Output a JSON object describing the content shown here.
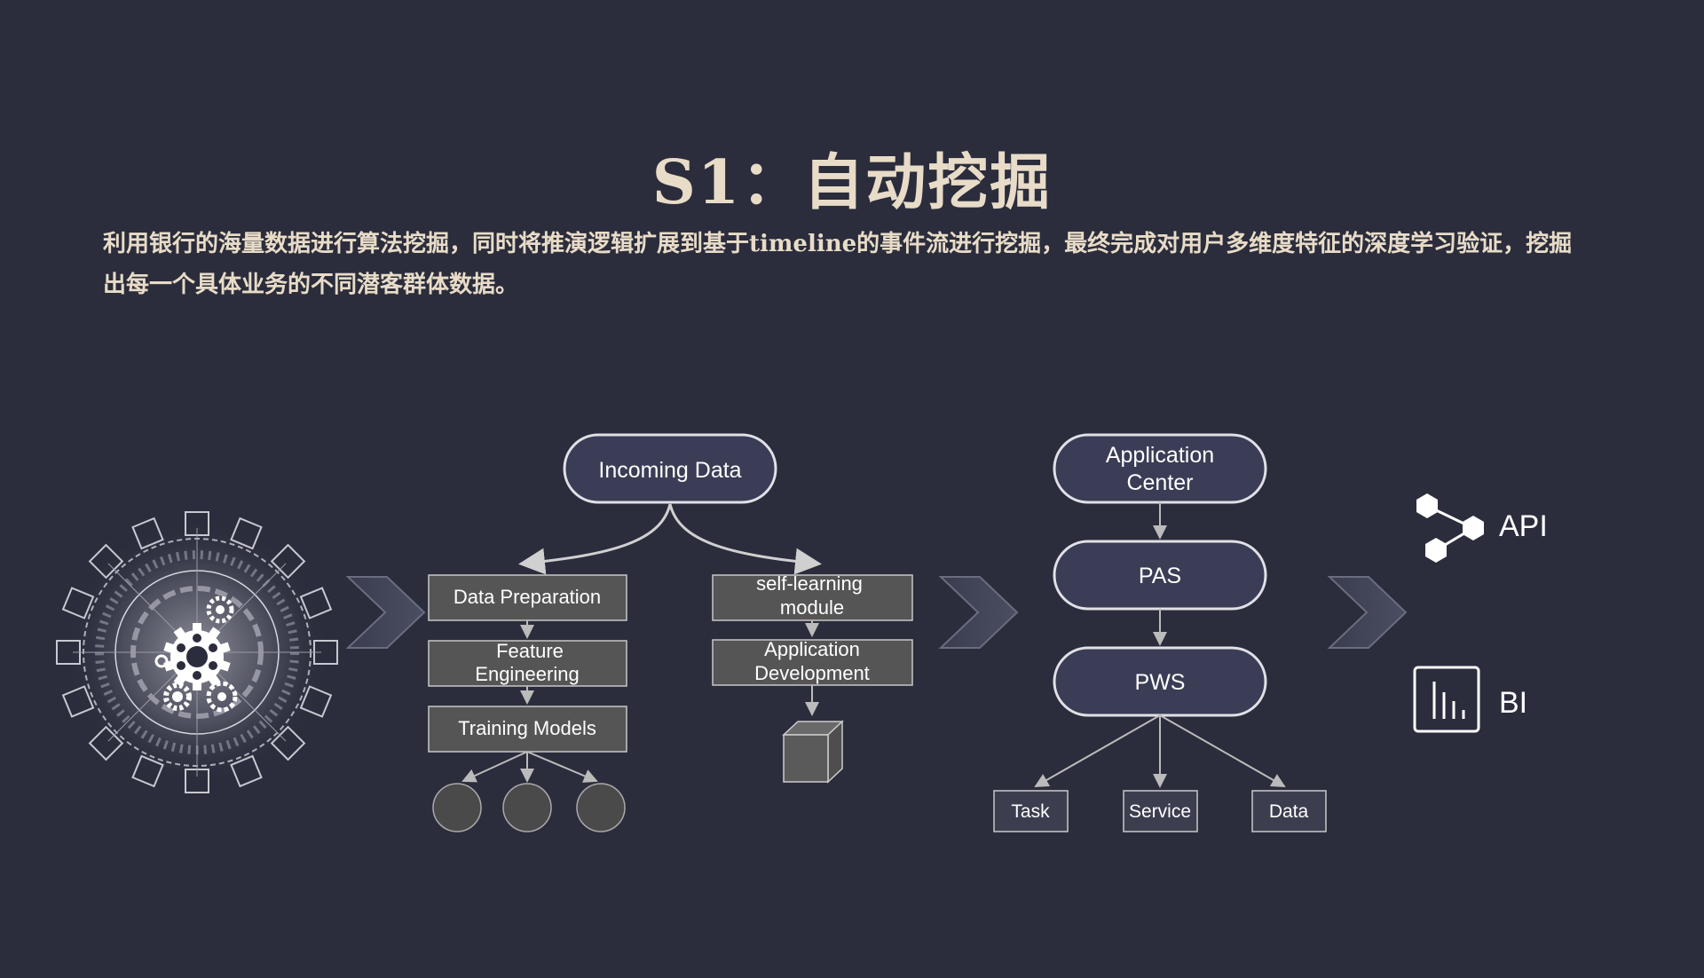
{
  "slide": {
    "title": "S1：自动挖掘",
    "description": "利用银行的海量数据进行算法挖掘，同时将推演逻辑扩展到基于timeline的事件流进行挖掘，最终完成对用户多维度特征的深度学习验证，挖掘出每一个具体业务的不同潜客群体数据。"
  },
  "flow": {
    "incoming": "Incoming Data",
    "left_branch": [
      "Data Preparation",
      "Feature Engineering",
      "Training Models"
    ],
    "right_branch": [
      "self-learning module",
      "Application Development"
    ],
    "platform": [
      "Application Center",
      "PAS",
      "PWS"
    ],
    "pws_outputs": [
      "Task",
      "Service",
      "Data"
    ],
    "outputs": [
      {
        "label": "API",
        "icon": "hexagon-network-icon"
      },
      {
        "label": "BI",
        "icon": "bar-chart-icon"
      }
    ]
  },
  "colors": {
    "background": "#2b2d3c",
    "title": "#e8dcc8",
    "pill_fill": "#3a3d55",
    "box_fill": "#555555",
    "circle_fill": "#4a4a4a"
  }
}
